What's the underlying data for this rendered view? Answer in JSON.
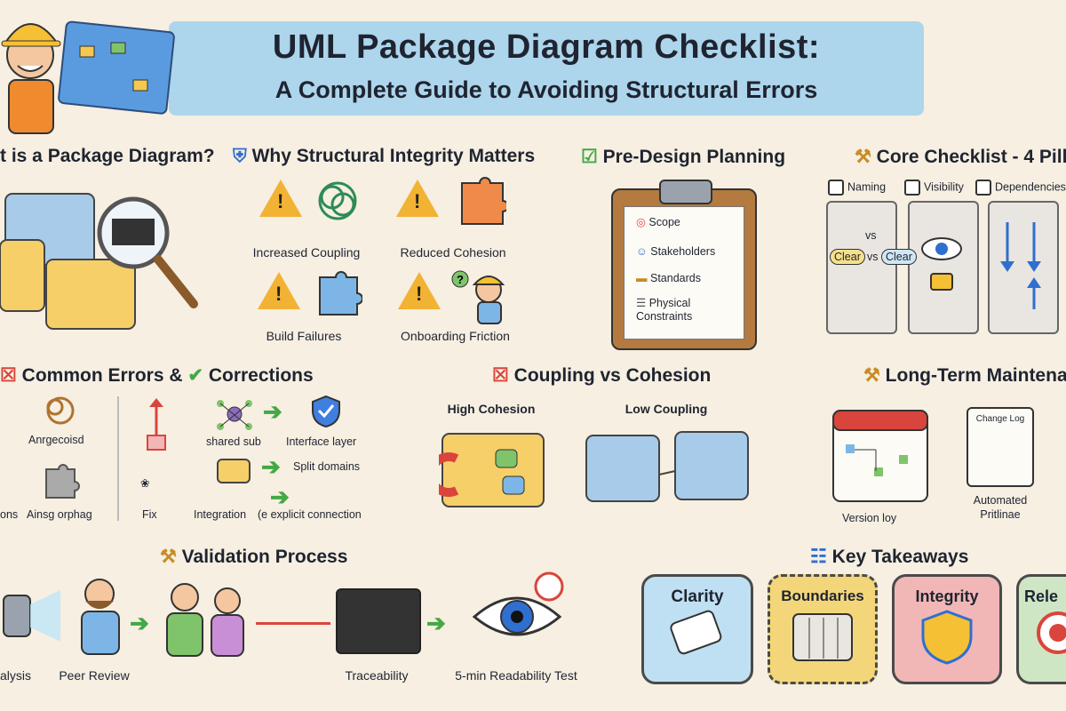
{
  "title": {
    "line1": "UML Package Diagram Checklist:",
    "line2": "A Complete Guide to Avoiding Structural Errors"
  },
  "sections": {
    "what_is": "t is a Package Diagram?",
    "why": "Why Structural Integrity Matters",
    "pre_design": "Pre-Design Planning",
    "core": "Core Checklist - 4 Pill",
    "errors_a": "Common Errors &",
    "errors_b": "Corrections",
    "coupling": "Coupling vs Cohesion",
    "maintenance": "Long-Term Maintena",
    "validation": "Validation Process",
    "takeaways": "Key Takeaways"
  },
  "why_items": [
    "Increased Coupling",
    "Reduced Cohesion",
    "Build Failures",
    "Onboarding Friction"
  ],
  "pre_design_items": [
    "Scope",
    "Stakeholders",
    "Standards",
    "Physical Constraints"
  ],
  "pillars": {
    "checks": [
      "Naming",
      "Visibility",
      "Dependencies"
    ],
    "vs_top": "vs",
    "vs_bottom": "vs",
    "bubble1": "Clear",
    "bubble2": "Clear"
  },
  "errors": {
    "left_a": "Anrgecoisd",
    "left_b": "ons",
    "left_c": "Ainsg orphag",
    "fix": "Fix",
    "c1_a": "shared sub",
    "c1_b": "Interface layer",
    "c2": "Split domains",
    "c3_a": "Integration",
    "c3_b": "(e explicit connection"
  },
  "coupling": {
    "left": "High Cohesion",
    "right": "Low Coupling"
  },
  "maintenance": {
    "calendar": "Version loy",
    "changelog": "Change Log",
    "auto_a": "Automated",
    "auto_b": "Pritlinae"
  },
  "validation": [
    "alysis",
    "Peer Review",
    "Traceability",
    "5-min Readability Test"
  ],
  "takeaways": [
    "Clarity",
    "Boundaries",
    "Integrity",
    "Rele"
  ],
  "colors": {
    "title_band": "#a9d3ec",
    "warning": "#f2b233",
    "folder_blue": "#a7cbe9",
    "folder_yellow": "#f6cf68",
    "green": "#44a845",
    "red": "#d9453c",
    "card_blue": "#bfe0f2",
    "card_yellow": "#f4d67a",
    "card_pink": "#f1b7b7"
  }
}
